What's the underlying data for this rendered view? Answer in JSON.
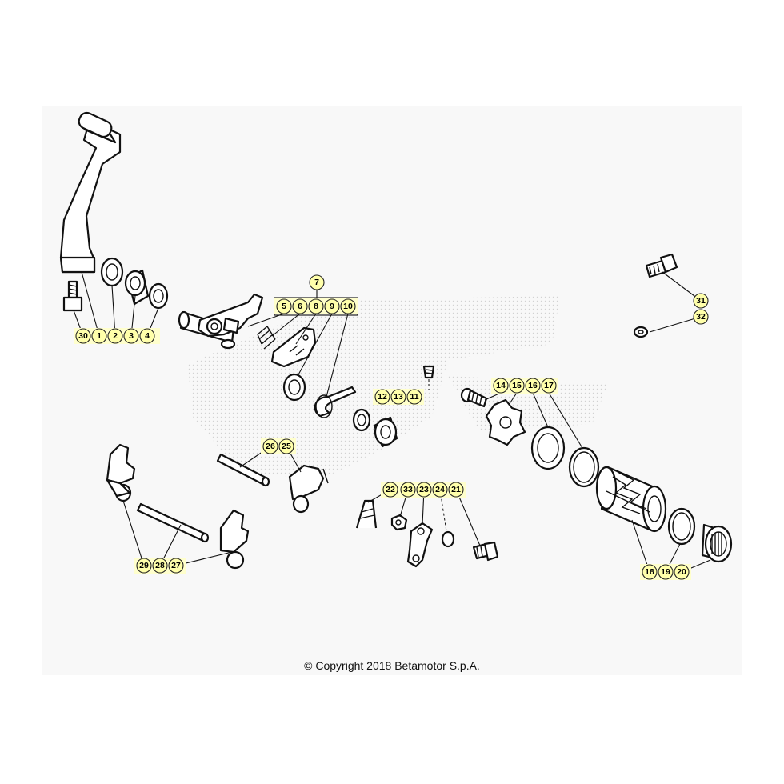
{
  "copyright": "© Copyright 2018 Betamotor S.p.A.",
  "callouts": [
    "30",
    "1",
    "2",
    "3",
    "4",
    "7",
    "5",
    "6",
    "8",
    "9",
    "10",
    "12",
    "13",
    "11",
    "14",
    "15",
    "16",
    "17",
    "31",
    "32",
    "26",
    "25",
    "22",
    "33",
    "23",
    "24",
    "21",
    "29",
    "28",
    "27",
    "18",
    "19",
    "20"
  ]
}
